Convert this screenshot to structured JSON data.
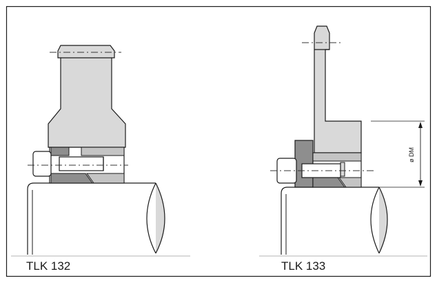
{
  "labels": {
    "left_caption": "TLK 132",
    "right_caption": "TLK 133",
    "dimension_label": "ø DM"
  },
  "colors": {
    "background": "#ffffff",
    "outline": "#1a1a1a",
    "part_fill": "#d9d9d9",
    "sleeve_fill": "#c4c4c4",
    "dark_fill": "#8e8e8e",
    "centerline": "#333333"
  }
}
